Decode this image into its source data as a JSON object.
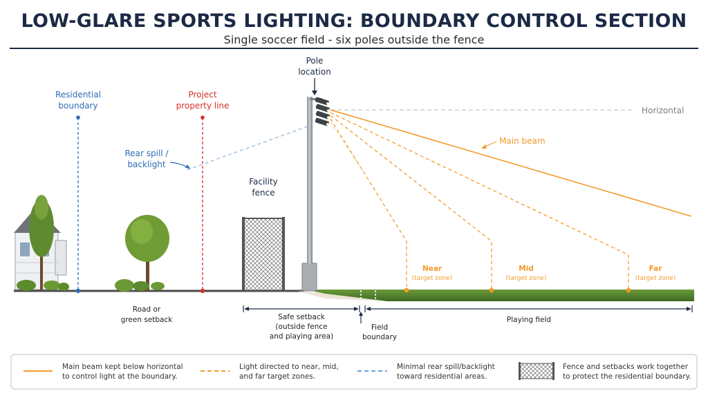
{
  "title": "LOW-GLARE SPORTS LIGHTING: BOUNDARY CONTROL SECTION",
  "subtitle": "Single soccer field - six poles outside the fence",
  "labels": {
    "residential_boundary": [
      "Residential",
      "boundary"
    ],
    "project_property_line": [
      "Project",
      "property line"
    ],
    "rear_spill": [
      "Rear spill /",
      "backlight"
    ],
    "facility_fence": [
      "Facility",
      "fence"
    ],
    "pole_location": [
      "Pole",
      "location"
    ],
    "horizontal": "Horizontal",
    "main_beam": "Main beam",
    "near": "Near",
    "mid": "Mid",
    "far": "Far",
    "target_zone": "(target zone)",
    "road_setback": [
      "Road or",
      "green setback"
    ],
    "safe_setback": [
      "Safe setback",
      "(outside fence",
      "and playing area)"
    ],
    "field_boundary": [
      "Field",
      "boundary"
    ],
    "playing_field": "Playing field"
  },
  "legend": [
    {
      "style": "solid-orange",
      "lines": [
        "Main beam kept below horizontal",
        "to control light at the boundary."
      ]
    },
    {
      "style": "dashed-orange",
      "lines": [
        "Light directed to near, mid,",
        "and far target zones."
      ]
    },
    {
      "style": "dashed-blue",
      "lines": [
        "Minimal rear spill/backlight",
        "toward residential areas."
      ]
    },
    {
      "style": "fence-icon",
      "lines": [
        "Fence and setbacks work together",
        "to protect the residential boundary."
      ]
    }
  ],
  "colors": {
    "navy": "#1b2a45",
    "blue": "#2f6db5",
    "red": "#d2312b",
    "orange": "#f39a2a",
    "grass": "#4f7f2a",
    "gray": "#888888"
  }
}
